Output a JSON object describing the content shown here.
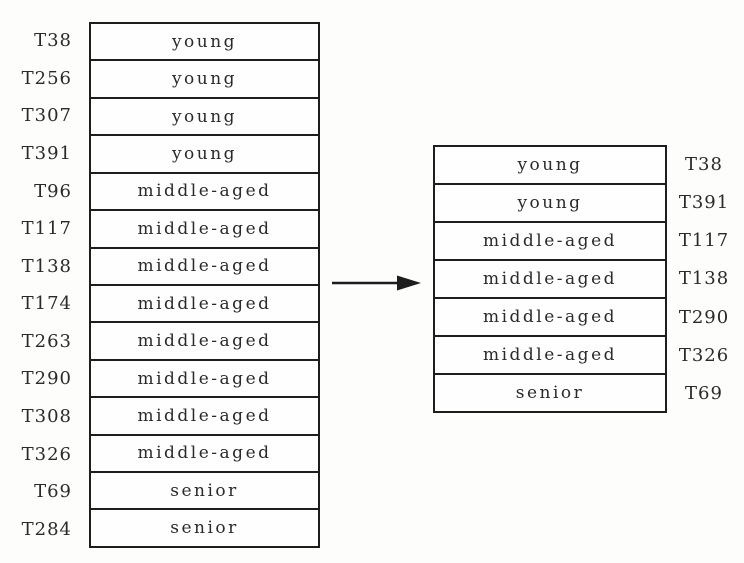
{
  "diagram": {
    "description": "record sampling diagram",
    "left_table": {
      "rows": [
        {
          "id": "T38",
          "label": "young"
        },
        {
          "id": "T256",
          "label": "young"
        },
        {
          "id": "T307",
          "label": "young"
        },
        {
          "id": "T391",
          "label": "young"
        },
        {
          "id": "T96",
          "label": "middle-aged"
        },
        {
          "id": "T117",
          "label": "middle-aged"
        },
        {
          "id": "T138",
          "label": "middle-aged"
        },
        {
          "id": "T174",
          "label": "middle-aged"
        },
        {
          "id": "T263",
          "label": "middle-aged"
        },
        {
          "id": "T290",
          "label": "middle-aged"
        },
        {
          "id": "T308",
          "label": "middle-aged"
        },
        {
          "id": "T326",
          "label": "middle-aged"
        },
        {
          "id": "T69",
          "label": "senior"
        },
        {
          "id": "T284",
          "label": "senior"
        }
      ]
    },
    "right_table": {
      "rows": [
        {
          "id": "T38",
          "label": "young"
        },
        {
          "id": "T391",
          "label": "young"
        },
        {
          "id": "T117",
          "label": "middle-aged"
        },
        {
          "id": "T138",
          "label": "middle-aged"
        },
        {
          "id": "T290",
          "label": "middle-aged"
        },
        {
          "id": "T326",
          "label": "middle-aged"
        },
        {
          "id": "T69",
          "label": "senior"
        }
      ]
    },
    "colors": {
      "line": "#1d1d1d",
      "text": "#2a2a2a",
      "background": "#fdfdfc"
    }
  }
}
